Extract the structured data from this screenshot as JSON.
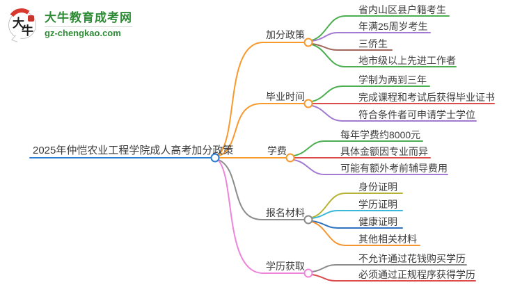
{
  "logo": {
    "icon_chars": [
      "大",
      "牛"
    ],
    "title": "大牛教育成考网",
    "domain": "gz-chengkao.com",
    "brand_green": "#2e8b35",
    "brand_red": "#d8382e"
  },
  "mindmap": {
    "root": {
      "label": "2025年仲恺农业工程学院成人高考加分政策",
      "color": "#2b7fd4"
    },
    "branches": [
      {
        "label": "加分政策",
        "color": "#f8992c",
        "children": [
          {
            "label": "省内山区县户籍考生",
            "color": "#4bae4f"
          },
          {
            "label": "年满25周岁考生",
            "color": "#a27ad1"
          },
          {
            "label": "三侨生",
            "color": "#a2685c"
          },
          {
            "label": "地市级以上先进工作者",
            "color": "#4bae4f"
          }
        ]
      },
      {
        "label": "毕业时间",
        "color": "#f8992c",
        "children": [
          {
            "label": "学制为两到三年",
            "color": "#4bae4f"
          },
          {
            "label": "完成课程和考试后获得毕业证书",
            "color": "#dc4c4c"
          },
          {
            "label": "符合条件者可申请学士学位",
            "color": "#a27ad1"
          }
        ]
      },
      {
        "label": "学费",
        "color": "#f8992c",
        "children": [
          {
            "label": "每年学费约8000元",
            "color": "#4bae4f"
          },
          {
            "label": "具体金额因专业而异",
            "color": "#dc4c4c"
          },
          {
            "label": "可能有额外考前辅导费用",
            "color": "#a27ad1"
          }
        ]
      },
      {
        "label": "报名材料",
        "color": "#8b8b8b",
        "children": [
          {
            "label": "身份证明",
            "color": "#b6b232"
          },
          {
            "label": "学历证明",
            "color": "#39b8d8"
          },
          {
            "label": "健康证明",
            "color": "#2e72c0"
          },
          {
            "label": "其他相关材料",
            "color": "#f6952f"
          }
        ]
      },
      {
        "label": "学历获取",
        "color": "#ee85da",
        "children": [
          {
            "label": "不允许通过花钱购买学历",
            "color": "#8b8b8b"
          },
          {
            "label": "必须通过正规程序获得学历",
            "color": "#dc4c4c"
          }
        ]
      }
    ]
  }
}
